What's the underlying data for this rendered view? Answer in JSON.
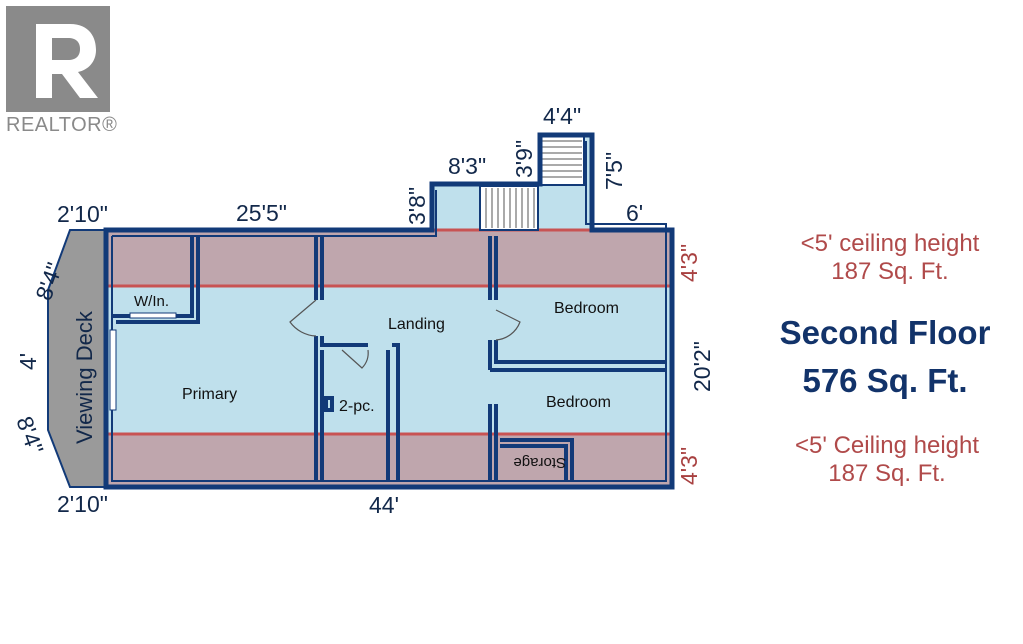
{
  "logo": {
    "icon": "realtor-r-logo",
    "text": "REALTOR®"
  },
  "colors": {
    "wall": "#123a78",
    "floor": "#bfe0ec",
    "low_ceiling": "#bfa6ad",
    "low_ceiling_border": "#c85353",
    "deck": "#9a9a9a",
    "stairs": "#ffffff",
    "title": "#12336a",
    "note": "#b04a4a"
  },
  "plan": {
    "rooms": {
      "walk_in": "W/In.",
      "primary": "Primary",
      "landing": "Landing",
      "bedroom_1": "Bedroom",
      "bedroom_2": "Bedroom",
      "powder": "2-pc.",
      "storage": "Storage",
      "viewing_deck": "Viewing Deck"
    },
    "dimensions": {
      "top_left": "2'10\"",
      "top_span": "25'5\"",
      "notch_height": "3'8\"",
      "notch_width": "8'3\"",
      "stair_width": "4'4\"",
      "stair_inner": "3'9\"",
      "stair_depth": "7'5\"",
      "top_right": "6'",
      "deck_upper": "8'4\"",
      "deck_middle": "4'",
      "deck_lower": "8'4\"",
      "right_upper": "4'3\"",
      "right_middle": "20'2\"",
      "right_lower": "4'3\"",
      "bottom_left": "2'10\"",
      "bottom_span": "44'"
    }
  },
  "notes": {
    "upper_note": "<5' ceiling height",
    "upper_area": "187 Sq. Ft.",
    "lower_note": "<5' Ceiling height",
    "lower_area": "187 Sq. Ft."
  },
  "summary": {
    "floor_name": "Second Floor",
    "floor_area": "576 Sq. Ft."
  }
}
